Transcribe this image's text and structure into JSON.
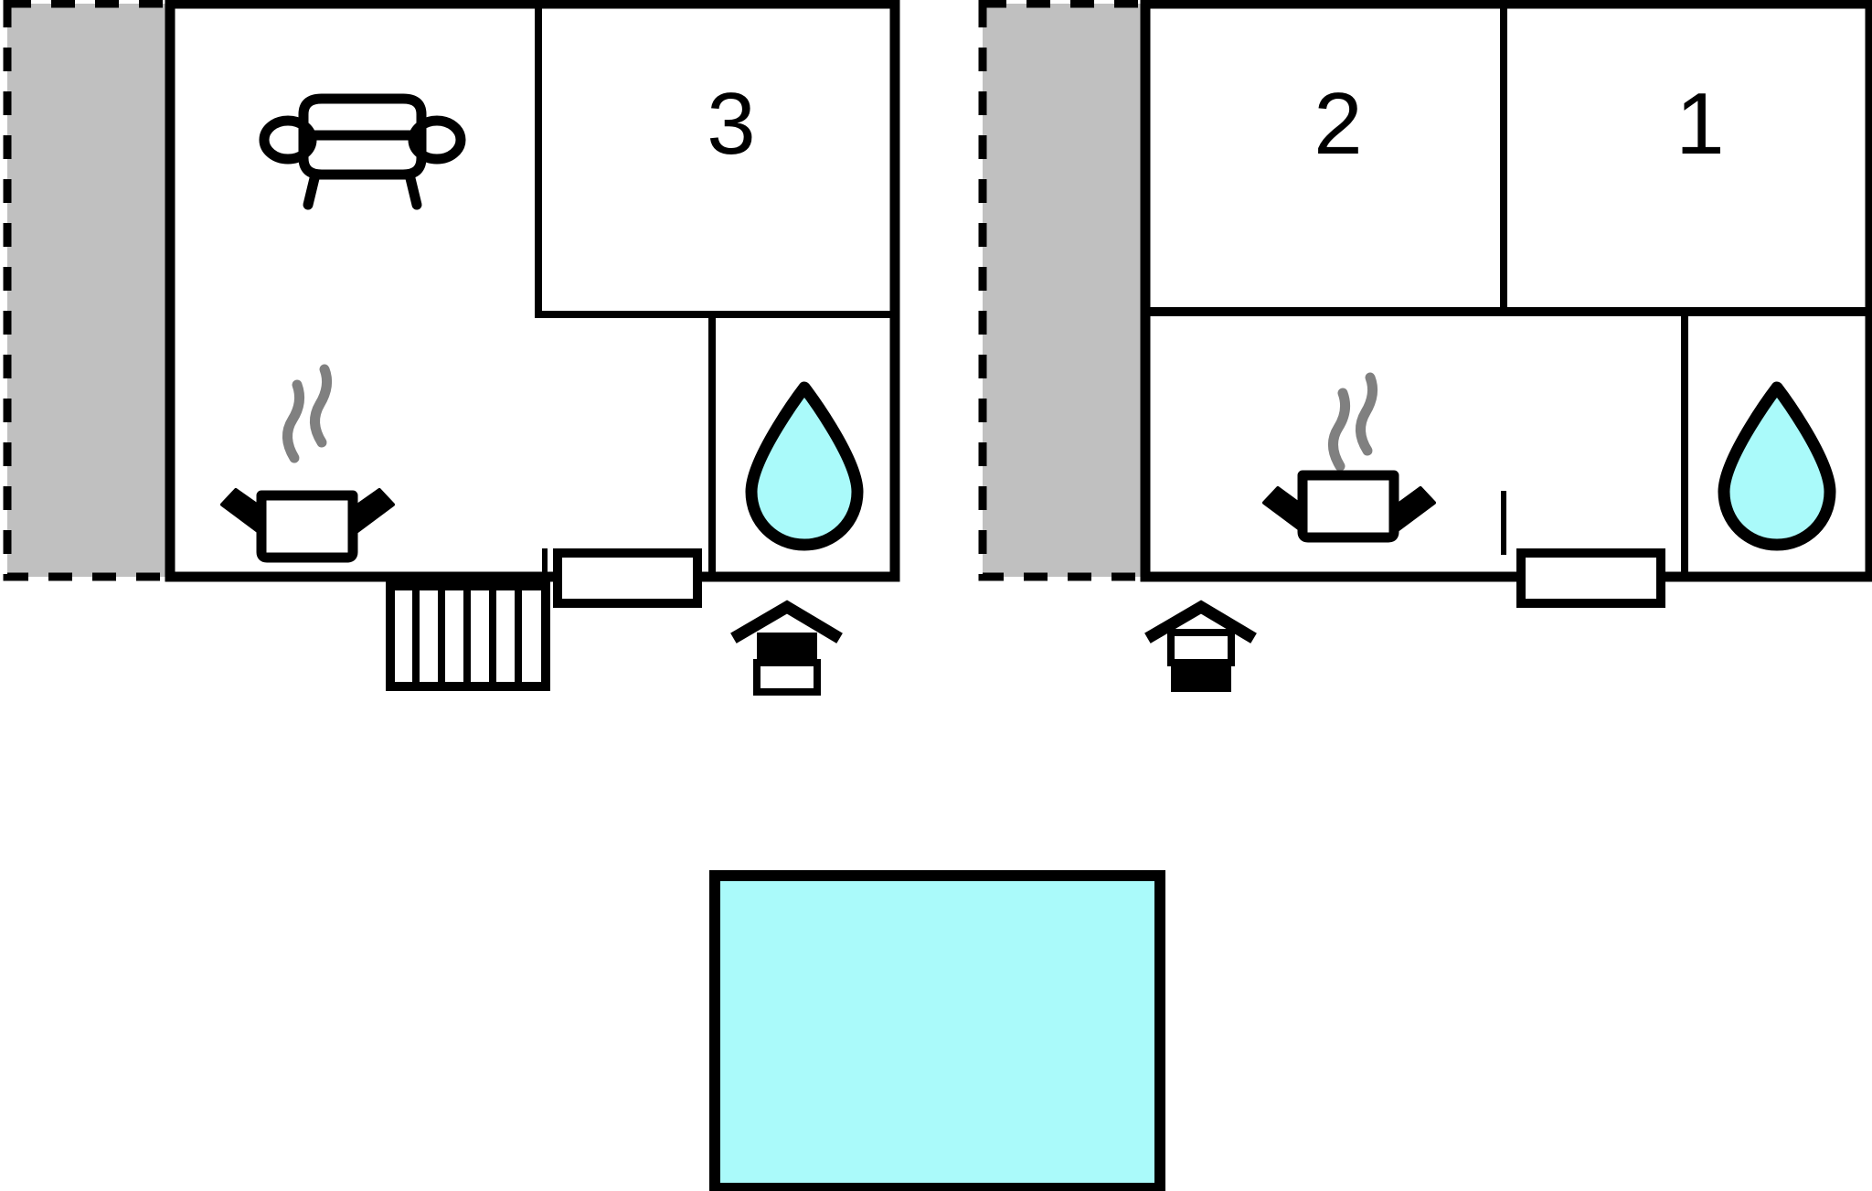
{
  "diagram": {
    "kind": "floor-plan",
    "title": "Holiday house floor plan",
    "description": "Two detached single-storey units shown in plan view with a shared swimming pool below.",
    "colors": {
      "wall": "#000000",
      "background": "#ffffff",
      "terrace_fill": "#c0c0c0",
      "terrace_border": "#000000",
      "water_fill": "#aafafa",
      "water_stroke": "#000000",
      "steam": "#808080"
    }
  },
  "buildings": [
    {
      "id": "building-left",
      "name": "left-unit",
      "rooms": [
        {
          "id": "room-3",
          "label": "3",
          "type": "bedroom"
        },
        {
          "id": "living-left",
          "label": "",
          "type": "living-room"
        },
        {
          "id": "bath-left",
          "label": "",
          "type": "bathroom"
        }
      ],
      "icons": [
        {
          "name": "sofa-icon",
          "meaning": "living room"
        },
        {
          "name": "cooking-pot-icon",
          "meaning": "kitchen"
        },
        {
          "name": "water-drop-icon",
          "meaning": "bathroom"
        }
      ],
      "terrace": {
        "name": "terrace",
        "style": "dashed-grey"
      },
      "features": [
        {
          "name": "stairs",
          "treads": 6
        },
        {
          "name": "window"
        },
        {
          "name": "entrance-door",
          "variant": "black-top"
        }
      ]
    },
    {
      "id": "building-right",
      "name": "right-unit",
      "rooms": [
        {
          "id": "room-2",
          "label": "2",
          "type": "bedroom"
        },
        {
          "id": "room-1",
          "label": "1",
          "type": "bedroom"
        },
        {
          "id": "living-right",
          "label": "",
          "type": "living-room"
        },
        {
          "id": "bath-right",
          "label": "",
          "type": "bathroom"
        }
      ],
      "icons": [
        {
          "name": "cooking-pot-icon",
          "meaning": "kitchen"
        },
        {
          "name": "water-drop-icon",
          "meaning": "bathroom"
        }
      ],
      "terrace": {
        "name": "terrace",
        "style": "dashed-grey"
      },
      "features": [
        {
          "name": "window"
        },
        {
          "name": "entrance-door",
          "variant": "black-bottom"
        }
      ]
    }
  ],
  "amenities": [
    {
      "id": "swimming-pool",
      "name": "swimming-pool",
      "label": "",
      "fill": "#aafafa"
    }
  ],
  "labels": {
    "room_3": "3",
    "room_2": "2",
    "room_1": "1"
  }
}
